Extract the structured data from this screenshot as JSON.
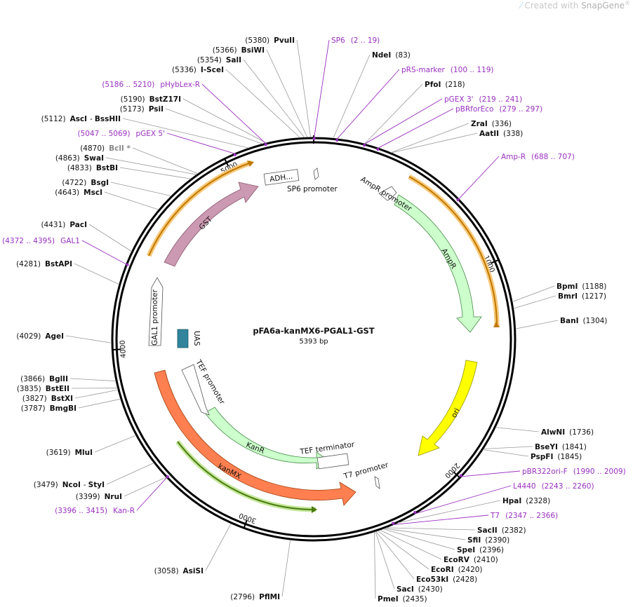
{
  "watermark": {
    "prefix": "Created with ",
    "brand": "SnapGene",
    "mark": "®"
  },
  "plasmid": {
    "name": "pFA6a-kanMX6-PGAL1-GST",
    "length": "5393 bp",
    "total_bp": 5393
  },
  "ticks": [
    {
      "bp": 1000,
      "label": "1000"
    },
    {
      "bp": 2000,
      "label": "2000"
    },
    {
      "bp": 3000,
      "label": "3000"
    },
    {
      "bp": 4000,
      "label": "4000"
    },
    {
      "bp": 5000,
      "label": "5000"
    }
  ],
  "right_sites": [
    {
      "name": "NdeI",
      "pos": "(83)"
    },
    {
      "name": "PfoI",
      "pos": "(218)"
    },
    {
      "name": "ZraI",
      "pos": "(336)"
    },
    {
      "name": "AatII",
      "pos": "(338)"
    },
    {
      "name": "BpmI",
      "pos": "(1188)"
    },
    {
      "name": "BmrI",
      "pos": "(1217)"
    },
    {
      "name": "BanI",
      "pos": "(1304)"
    },
    {
      "name": "AlwNI",
      "pos": "(1736)"
    },
    {
      "name": "BseYI",
      "pos": "(1841)"
    },
    {
      "name": "PspFI",
      "pos": "(1845)"
    },
    {
      "name": "HpaI",
      "pos": "(2328)"
    },
    {
      "name": "SacII",
      "pos": "(2382)"
    },
    {
      "name": "SfiI",
      "pos": "(2390)"
    },
    {
      "name": "SpeI",
      "pos": "(2396)"
    },
    {
      "name": "EcoRV",
      "pos": "(2410)"
    },
    {
      "name": "EcoRI",
      "pos": "(2420)"
    },
    {
      "name": "Eco53kI",
      "pos": "(2428)"
    },
    {
      "name": "SacI",
      "pos": "(2430)"
    },
    {
      "name": "PmeI",
      "pos": "(2435)"
    }
  ],
  "right_primers": [
    {
      "name": "SP6",
      "range": "(2 .. 19)"
    },
    {
      "name": "pRS-marker",
      "range": "(100 .. 119)"
    },
    {
      "name": "pGEX 3'",
      "range": "(219 .. 241)"
    },
    {
      "name": "pBRforEco",
      "range": "(279 .. 297)"
    },
    {
      "name": "Amp-R",
      "range": "(688 .. 707)"
    },
    {
      "name": "pBR322ori-F",
      "range": "(1990 .. 2009)"
    },
    {
      "name": "L4440",
      "range": "(2243 .. 2260)"
    },
    {
      "name": "T7",
      "range": "(2347 .. 2366)"
    }
  ],
  "left_sites": [
    {
      "name": "PvuII",
      "pos": "(5380)"
    },
    {
      "name": "BsiWI",
      "pos": "(5366)"
    },
    {
      "name": "SalI",
      "pos": "(5354)"
    },
    {
      "name": "I-SceI",
      "pos": "(5336)"
    },
    {
      "name": "BstZ17I",
      "pos": "(5190)"
    },
    {
      "name": "PsiI",
      "pos": "(5173)"
    },
    {
      "name": "AscI",
      "pos": "(5112)",
      "extra": "BssHII"
    },
    {
      "name": "BclI *",
      "pos": "(4870)",
      "gray": true
    },
    {
      "name": "SwaI",
      "pos": "(4863)"
    },
    {
      "name": "BstBI",
      "pos": "(4833)"
    },
    {
      "name": "BsgI",
      "pos": "(4722)"
    },
    {
      "name": "MscI",
      "pos": "(4643)"
    },
    {
      "name": "PacI",
      "pos": "(4431)"
    },
    {
      "name": "BstAPI",
      "pos": "(4281)"
    },
    {
      "name": "AgeI",
      "pos": "(4029)"
    },
    {
      "name": "BglII",
      "pos": "(3866)"
    },
    {
      "name": "BstEII",
      "pos": "(3835)"
    },
    {
      "name": "BstXI",
      "pos": "(3827)"
    },
    {
      "name": "BmgBI",
      "pos": "(3787)"
    },
    {
      "name": "MluI",
      "pos": "(3619)"
    },
    {
      "name": "NcoI",
      "pos": "(3479)",
      "extra": "StyI"
    },
    {
      "name": "NruI",
      "pos": "(3399)"
    },
    {
      "name": "AsiSI",
      "pos": "(3058)"
    },
    {
      "name": "PflMI",
      "pos": "(2796)"
    }
  ],
  "left_primers": [
    {
      "name": "pHybLex-R",
      "range": "(5186 .. 5210)"
    },
    {
      "name": "pGEX 5'",
      "range": "(5047 .. 5069)"
    },
    {
      "name": "GAL1",
      "range": "(4372 .. 4395)"
    },
    {
      "name": "Kan-R",
      "range": "(3396 .. 3415)"
    }
  ],
  "features": {
    "adh": "ADH...",
    "sp6_promoter": "SP6 promoter",
    "ampr_promoter": "AmpR promoter",
    "ampr": "AmpR",
    "ori": "ori",
    "gst": "GST",
    "gal1_promoter": "GAL1 promoter",
    "uas": "UAS",
    "tef_promoter": "TEF promoter",
    "kanr": "KanR",
    "kanmx": "kanMX",
    "tef_terminator": "TEF terminator",
    "t7_promoter": "T7 promoter"
  },
  "colors": {
    "ampr": "#ccffcc",
    "ori": "#ffff00",
    "gst": "#cc99b2",
    "kanmx": "#ff7f50",
    "kanr": "#ccffcc",
    "uas": "#31849b",
    "primer": "#9a30c0",
    "orf_highlight": "#f0a000"
  }
}
